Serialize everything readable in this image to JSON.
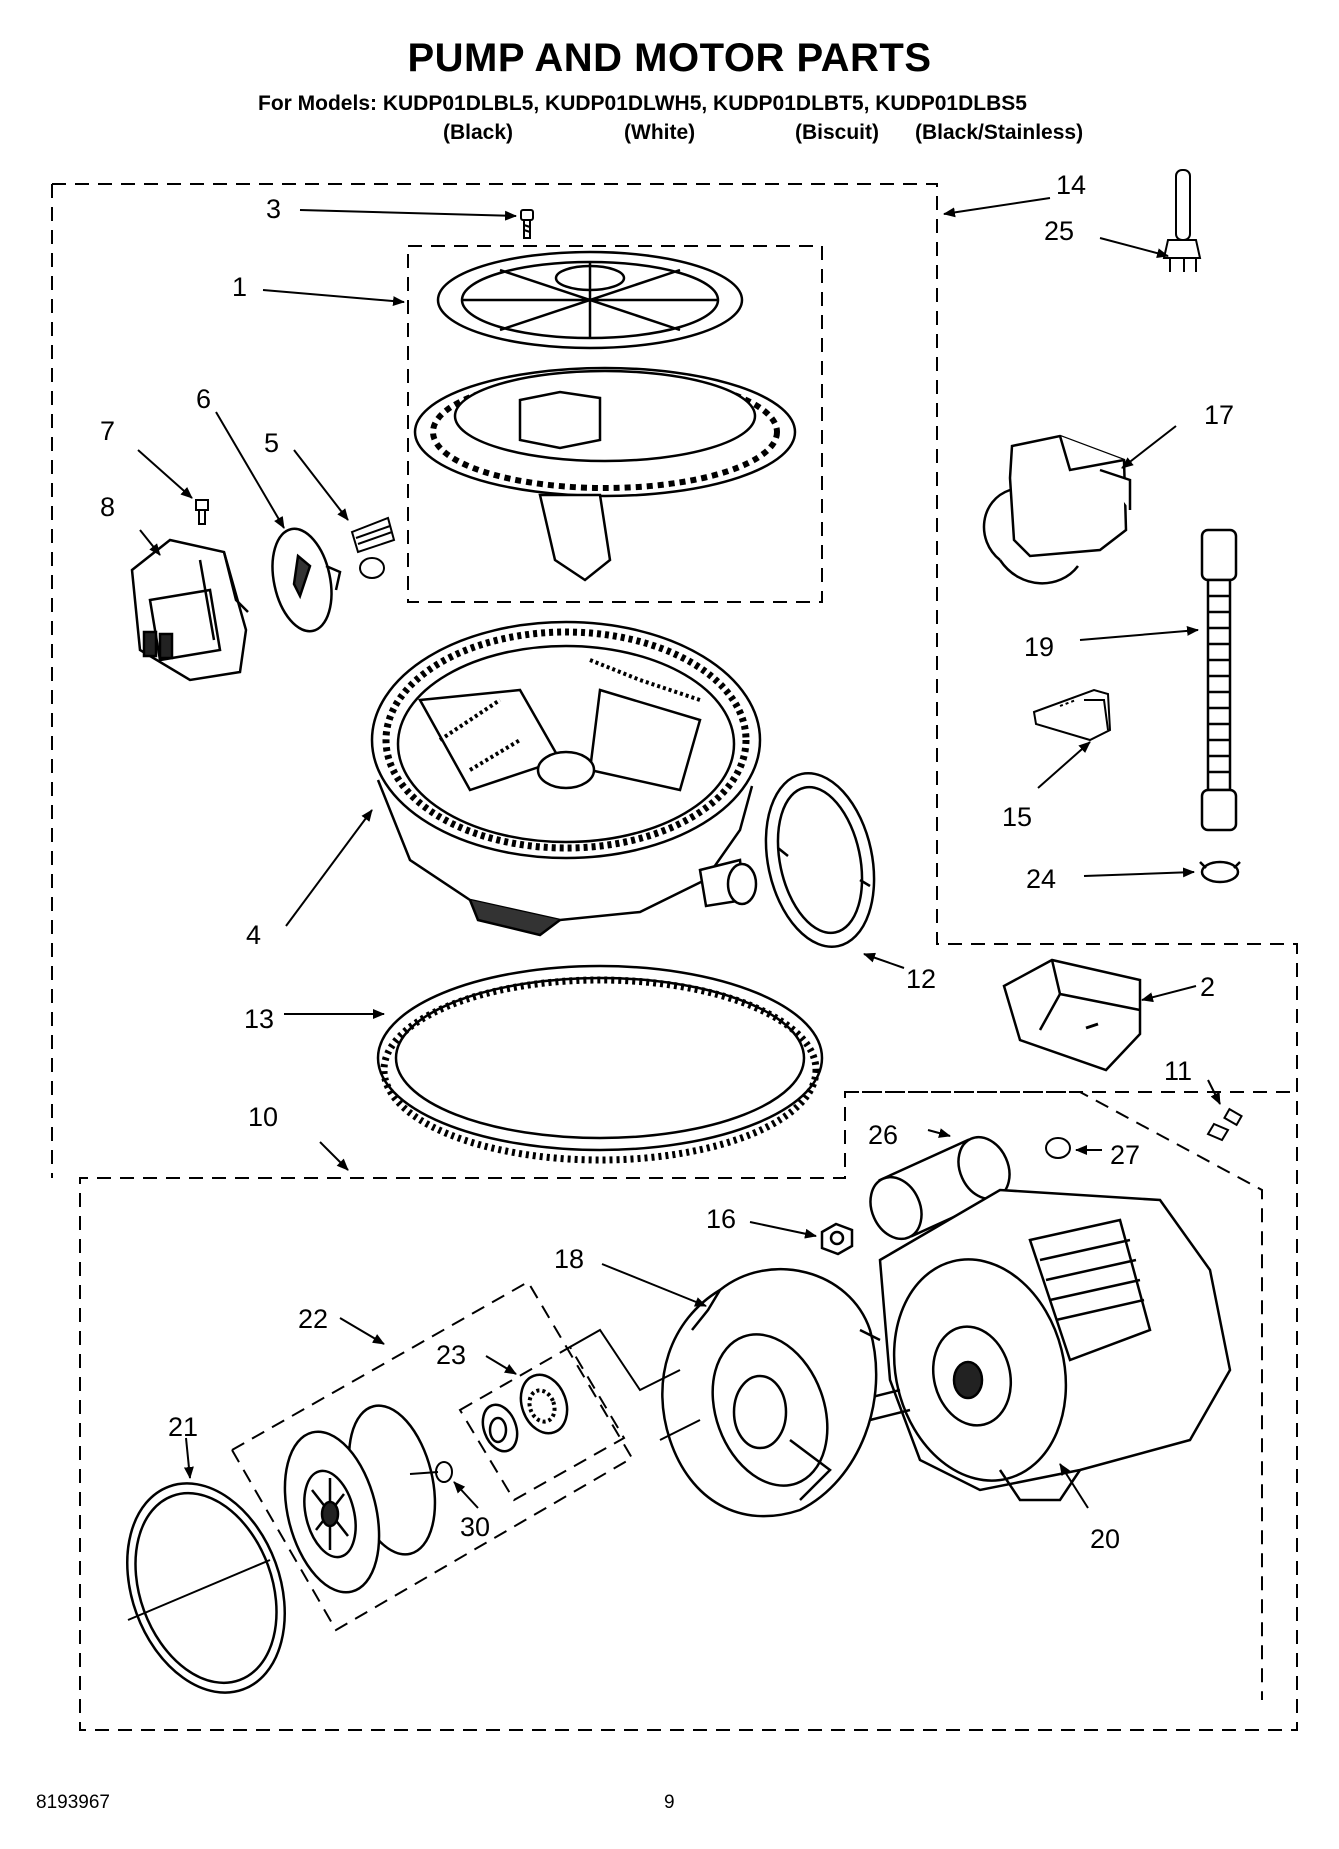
{
  "title": "PUMP AND MOTOR PARTS",
  "models_line": "For Models: KUDP01DLBL5, KUDP01DLWH5, KUDP01DLBT5, KUDP01DLBS5",
  "colors": [
    "(Black)",
    "(White)",
    "(Biscuit)",
    "(Black/Stainless)"
  ],
  "callouts": {
    "c1": "1",
    "c2": "2",
    "c3": "3",
    "c4": "4",
    "c5": "5",
    "c6": "6",
    "c7": "7",
    "c8": "8",
    "c10": "10",
    "c11": "11",
    "c12": "12",
    "c13": "13",
    "c14": "14",
    "c15": "15",
    "c16": "16",
    "c17": "17",
    "c18": "18",
    "c19": "19",
    "c20": "20",
    "c21": "21",
    "c22": "22",
    "c23": "23",
    "c24": "24",
    "c25": "25",
    "c26": "26",
    "c27": "27",
    "c30": "30"
  },
  "footer": {
    "part_number": "8193967",
    "page_number": "9"
  }
}
